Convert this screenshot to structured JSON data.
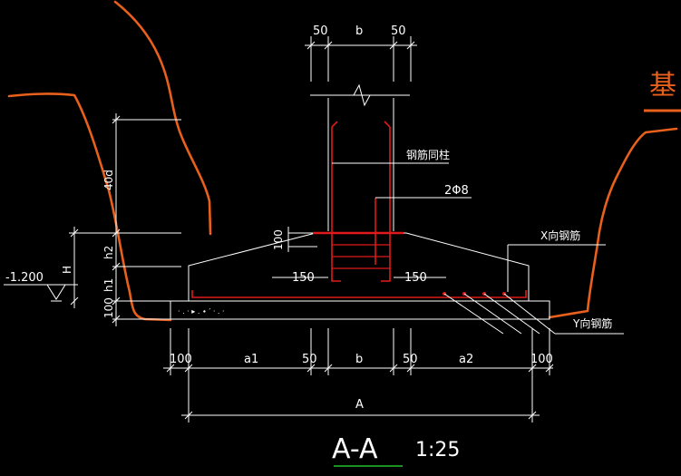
{
  "title": {
    "section": "A-A",
    "scale": "1:25"
  },
  "corner_text": "基",
  "labels": {
    "column_rebar": "钢筋同柱",
    "stirrup": "2Φ8",
    "x_rebar": "X向钢筋",
    "y_rebar": "Y向钢筋",
    "elevation": "-1.200",
    "offset_left": "150",
    "offset_right": "150",
    "step_height": "100"
  },
  "dims": {
    "top_left": "50",
    "top_mid": "b",
    "top_right": "50",
    "bottom_1": "100",
    "bottom_2": "a1",
    "bottom_3": "50",
    "bottom_4": "b",
    "bottom_5": "50",
    "bottom_6": "a2",
    "bottom_7": "100",
    "total": "A",
    "v_anchor": "40d",
    "v_h2": "h2",
    "v_h1": "h1",
    "v_base": "100",
    "v_H": "H"
  }
}
